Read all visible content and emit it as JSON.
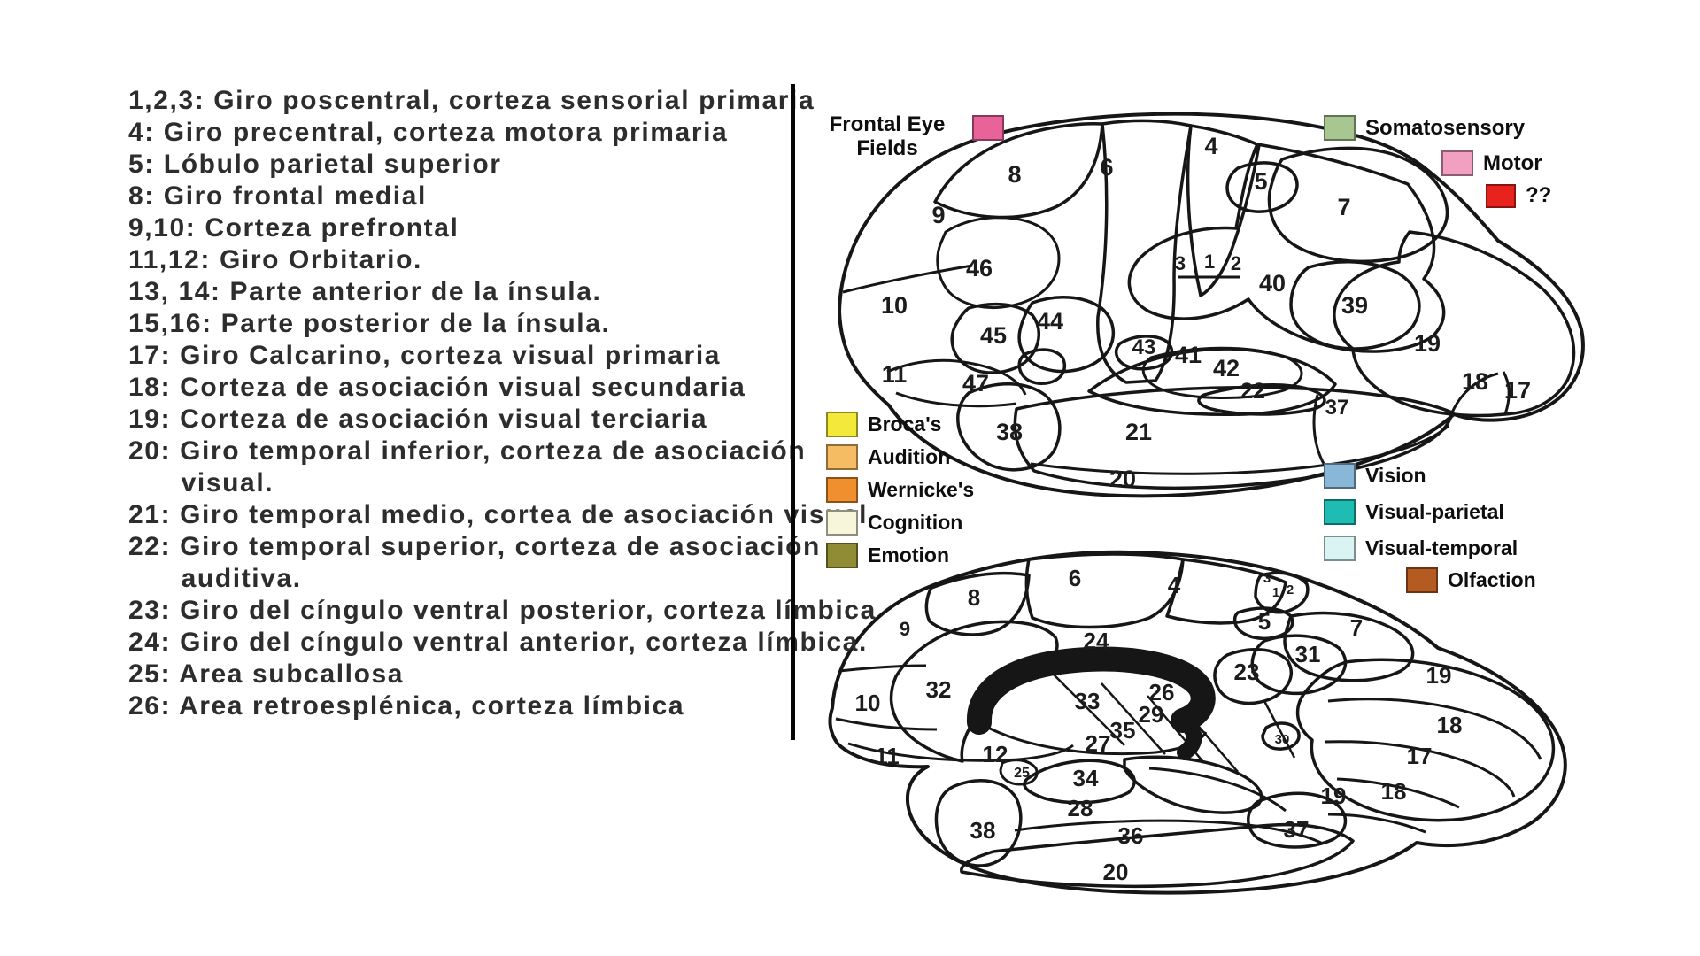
{
  "left_panel": {
    "items": [
      "1,2,3: Giro poscentral, corteza sensorial primaria",
      "4: Giro precentral, corteza motora primaria",
      "5: Lóbulo parietal superior",
      "8: Giro frontal medial",
      "9,10: Corteza prefrontal",
      "11,12: Giro Orbitario.",
      "13, 14: Parte anterior de la ínsula.",
      "15,16: Parte posterior de la ínsula.",
      "17: Giro Calcarino, corteza visual primaria",
      "18: Corteza de asociación visual secundaria",
      "19: Corteza de asociación visual terciaria",
      "20: Giro temporal inferior, corteza de asociación\n      visual.",
      "21: Giro temporal medio, cortea de asociación visual",
      "22: Giro temporal superior, corteza de asociación\n      auditiva.",
      "23: Giro del cíngulo ventral posterior, corteza límbica",
      "24: Giro del cíngulo ventral anterior, corteza límbica.",
      "25: Area subcallosa",
      "26: Area retroesplénica, corteza límbica"
    ]
  },
  "legend_frontal_eye_fields": {
    "label": "Frontal Eye\nFields",
    "color": "#e8639a"
  },
  "legend_top_right": {
    "items": [
      {
        "label": "Somatosensory",
        "color": "#a8c690"
      },
      {
        "label": "Motor",
        "color": "#f2a0c2"
      },
      {
        "label": "??",
        "color": "#e8231d"
      }
    ]
  },
  "legend_left": {
    "items": [
      {
        "label": "Broca's",
        "color": "#f2e93b"
      },
      {
        "label": "Audition",
        "color": "#f5bc63"
      },
      {
        "label": "Wernicke's",
        "color": "#ef8f2e"
      },
      {
        "label": "Cognition",
        "color": "#f7f5da"
      },
      {
        "label": "Emotion",
        "color": "#8f8c35"
      }
    ]
  },
  "legend_right": {
    "items": [
      {
        "label": "Vision",
        "color": "#88b7d7"
      },
      {
        "label": "Visual-parietal",
        "color": "#1fbcb4"
      },
      {
        "label": "Visual-temporal",
        "color": "#d9f4f2"
      },
      {
        "label": "Olfaction",
        "color": "#b35b21"
      }
    ]
  },
  "lateral_brain": {
    "name": "lateral view of brain, Brodmann areas",
    "labels": [
      "8",
      "6",
      "4",
      "9",
      "46",
      "10",
      "45",
      "44",
      "11",
      "47",
      "43",
      "41",
      "42",
      "22",
      "5",
      "7",
      "3",
      "1",
      "2",
      "40",
      "39",
      "19",
      "18",
      "17",
      "37",
      "38",
      "21",
      "20"
    ]
  },
  "medial_brain": {
    "name": "medial view of brain, Brodmann areas",
    "labels": [
      "8",
      "6",
      "4",
      "3",
      "1",
      "2",
      "5",
      "7",
      "9",
      "24",
      "23",
      "31",
      "19",
      "32",
      "10",
      "33",
      "26",
      "29",
      "35",
      "27",
      "30",
      "18",
      "17",
      "11",
      "12",
      "25",
      "34",
      "28",
      "18",
      "19",
      "38",
      "36",
      "37",
      "20"
    ]
  },
  "palette": {
    "fef": "#ea6598",
    "motor": "#f5a0c4",
    "motor_dark": "#f08cb4",
    "somatosensory": "#a7c492",
    "visual_parietal": "#1fb6c4",
    "vision": "#57b6c8",
    "visual_temporal": "#c9eef4",
    "visual_temporal_light": "#dcf5f6",
    "cognition": "#f5f1ca",
    "broca": "#f2e93b",
    "audition": "#f6bd64",
    "wernicke": "#ef8f2e",
    "unknown_red": "#e8231d",
    "emotion": "#8f8c35",
    "olfaction": "#bf6630",
    "interior_white": "#ffffff",
    "hippocampal_blue": "#cfe9f2",
    "corpus_callosum": "#0b0b0b",
    "pointer_red": "#c2566b"
  }
}
